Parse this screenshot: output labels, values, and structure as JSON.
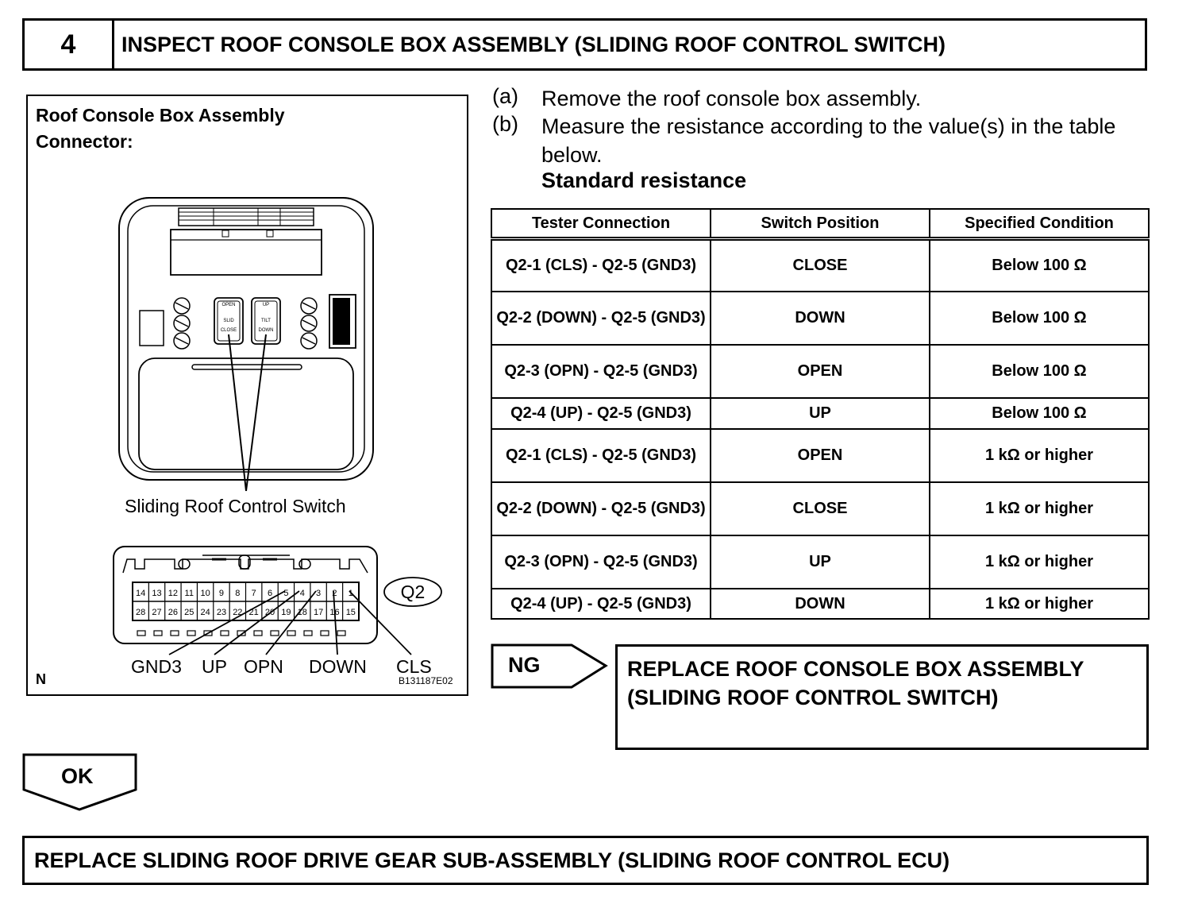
{
  "step": {
    "number": "4",
    "title": "INSPECT ROOF CONSOLE BOX ASSEMBLY (SLIDING ROOF CONTROL SWITCH)"
  },
  "figure": {
    "caption": "Roof Console Box Assembly\nConnector:",
    "switch_callout": "Sliding Roof Control Switch",
    "switch_labels": {
      "left_top": "OPEN",
      "left_mid": "SLID",
      "left_bottom": "CLOSE",
      "right_top": "UP",
      "right_mid": "TILT",
      "right_bottom": "DOWN"
    },
    "connector_id": "Q2",
    "pins_top": [
      "14",
      "13",
      "12",
      "11",
      "10",
      "9",
      "8",
      "7",
      "6",
      "5",
      "4",
      "3",
      "2",
      "1"
    ],
    "pins_bottom": [
      "28",
      "27",
      "26",
      "25",
      "24",
      "23",
      "22",
      "21",
      "20",
      "19",
      "18",
      "17",
      "16",
      "15"
    ],
    "terminal_labels": [
      "GND3",
      "UP",
      "OPN",
      "DOWN",
      "CLS"
    ],
    "corner_mark": "N",
    "figure_code": "B131187E02"
  },
  "instructions": [
    {
      "letter": "(a)",
      "text": "Remove the roof console box assembly."
    },
    {
      "letter": "(b)",
      "text": "Measure the resistance according to the value(s) in the table below."
    }
  ],
  "standard_label": "Standard resistance",
  "table": {
    "headers": [
      "Tester Connection",
      "Switch Position",
      "Specified Condition"
    ],
    "rows": [
      [
        "Q2-1 (CLS) - Q2-5 (GND3)",
        "CLOSE",
        "Below 100 Ω"
      ],
      [
        "Q2-2 (DOWN) - Q2-5 (GND3)",
        "DOWN",
        "Below 100 Ω"
      ],
      [
        "Q2-3 (OPN) - Q2-5 (GND3)",
        "OPEN",
        "Below 100 Ω"
      ],
      [
        "Q2-4 (UP) - Q2-5 (GND3)",
        "UP",
        "Below 100 Ω"
      ],
      [
        "Q2-1 (CLS) - Q2-5 (GND3)",
        "OPEN",
        "1 kΩ or higher"
      ],
      [
        "Q2-2 (DOWN) - Q2-5 (GND3)",
        "CLOSE",
        "1 kΩ or higher"
      ],
      [
        "Q2-3 (OPN) - Q2-5 (GND3)",
        "UP",
        "1 kΩ or higher"
      ],
      [
        "Q2-4 (UP) - Q2-5 (GND3)",
        "DOWN",
        "1 kΩ or higher"
      ]
    ]
  },
  "ng": {
    "label": "NG",
    "action": "REPLACE ROOF CONSOLE BOX ASSEMBLY (SLIDING ROOF CONTROL SWITCH)"
  },
  "ok": {
    "label": "OK",
    "action": "REPLACE SLIDING ROOF DRIVE GEAR SUB-ASSEMBLY (SLIDING ROOF CONTROL ECU)"
  }
}
